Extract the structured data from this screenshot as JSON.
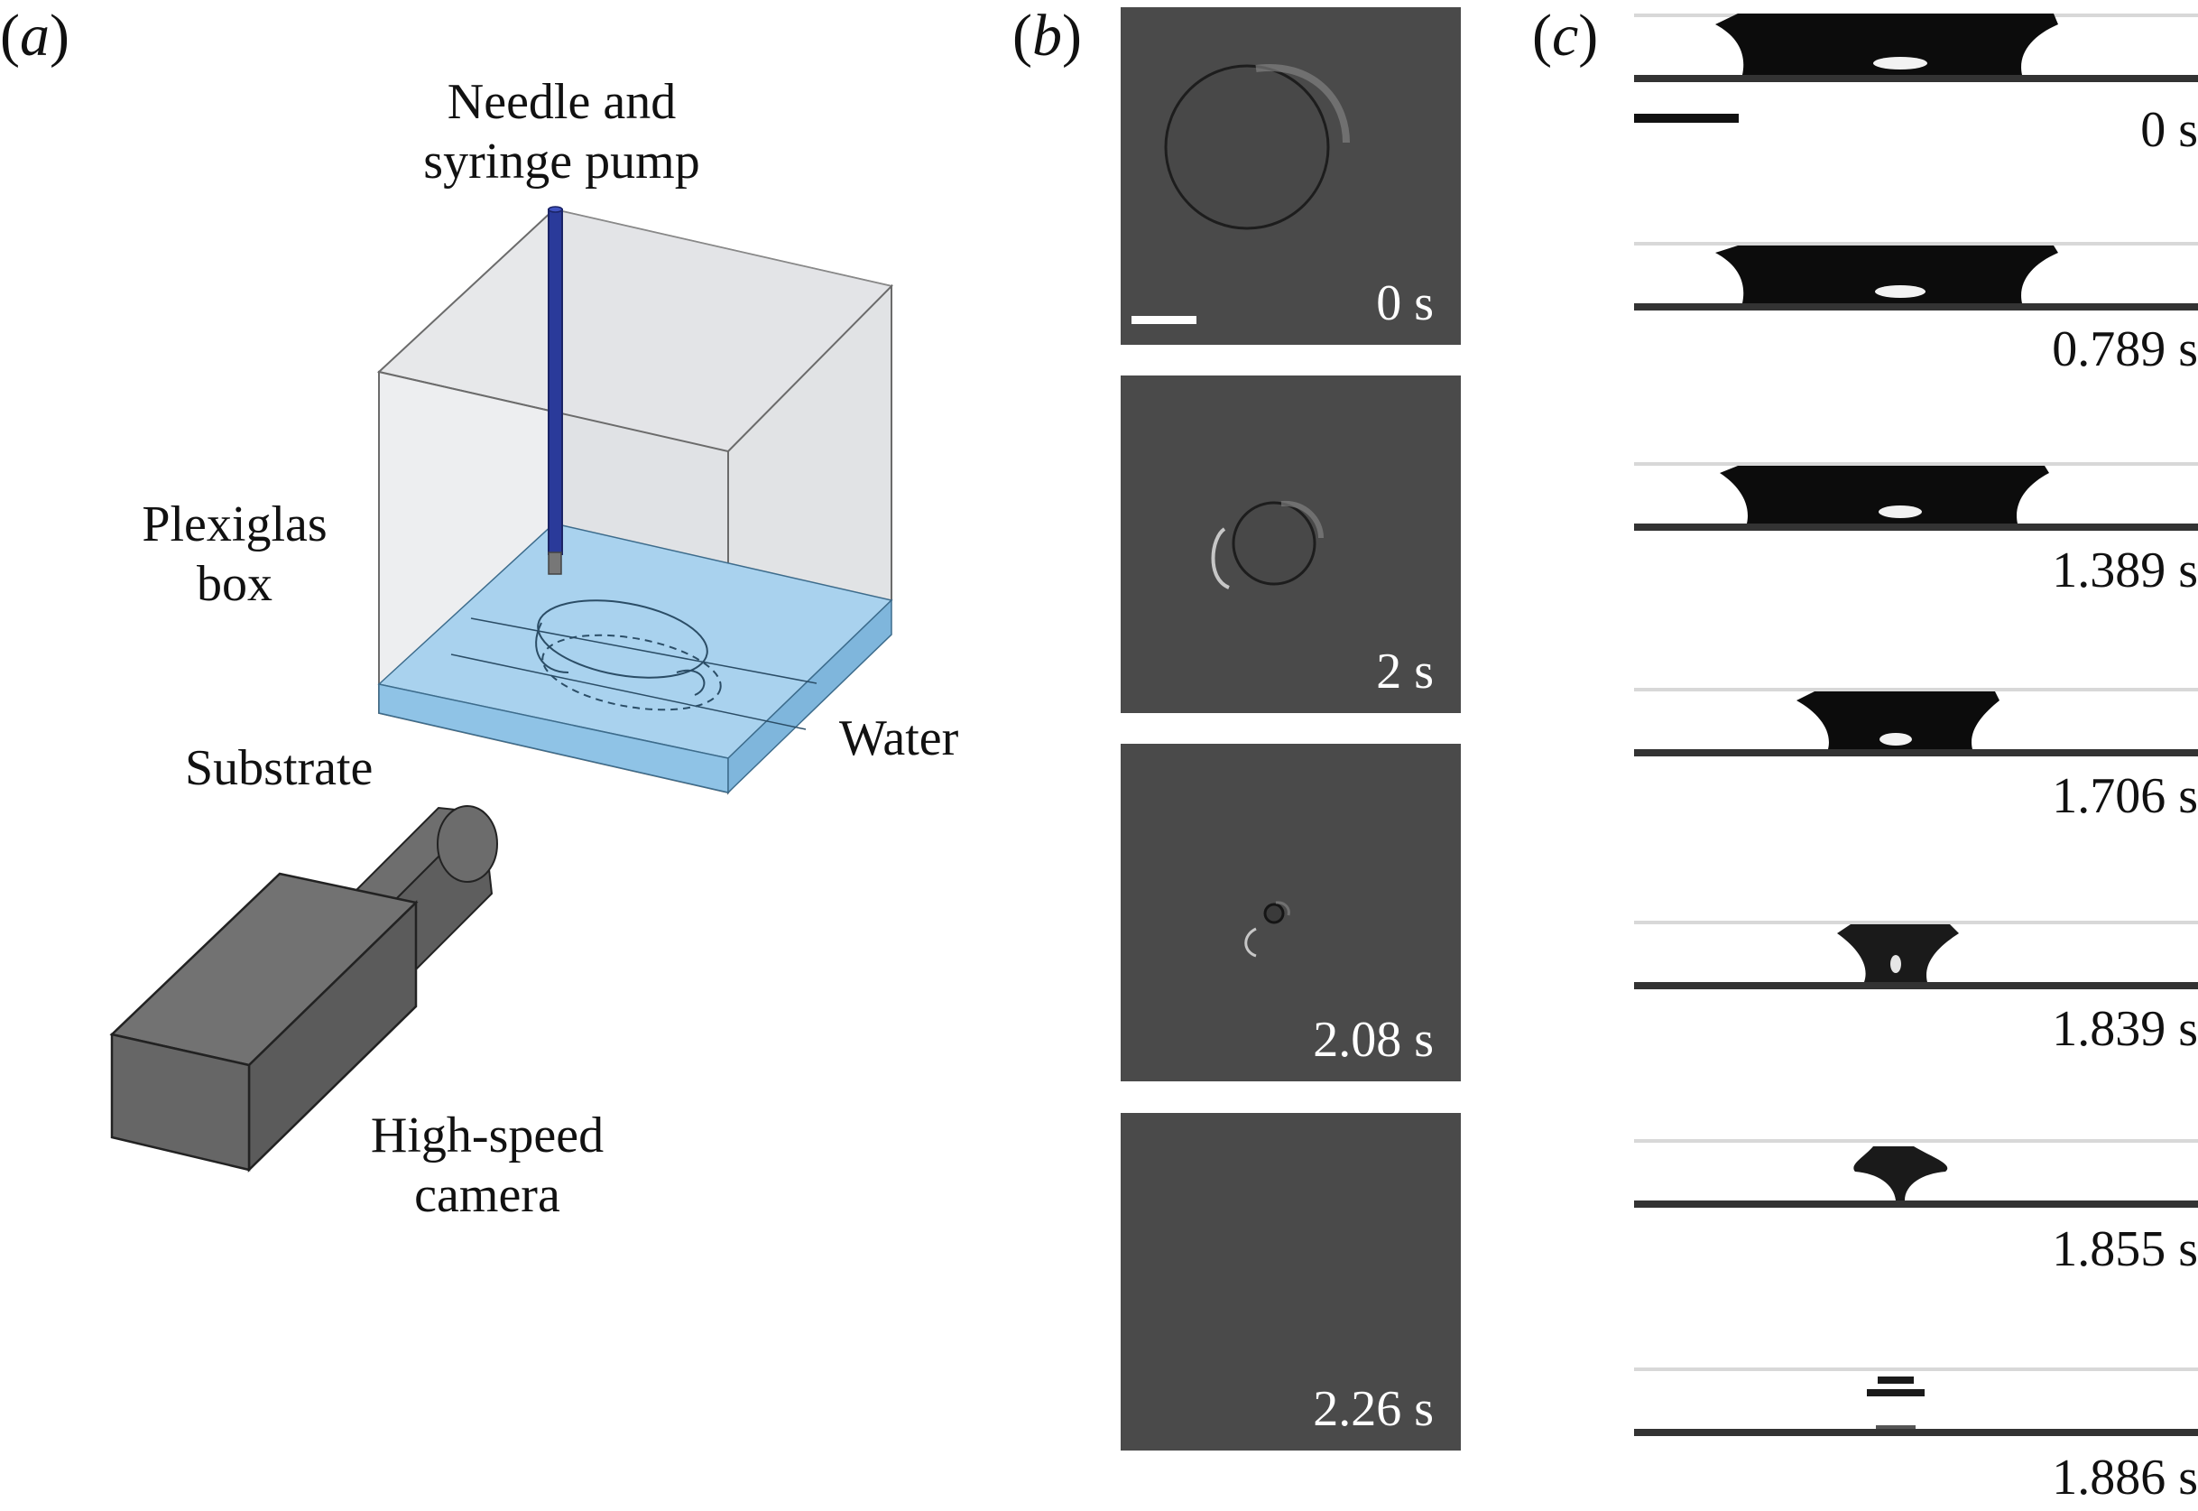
{
  "panel_a": {
    "label_open": "(",
    "label_letter": "a",
    "label_close": ")",
    "needle_label_line1": "Needle and",
    "needle_label_line2": "syringe pump",
    "box_label_line1": "Plexiglas",
    "box_label_line2": "box",
    "substrate_label": "Substrate",
    "water_label": "Water",
    "camera_label_line1": "High-speed",
    "camera_label_line2": "camera"
  },
  "panel_b": {
    "label_open": "(",
    "label_letter": "b",
    "label_close": ")",
    "frames": [
      {
        "time": "0 s"
      },
      {
        "time": "2 s"
      },
      {
        "time": "2.08 s"
      },
      {
        "time": "2.26 s"
      }
    ]
  },
  "panel_c": {
    "label_open": "(",
    "label_letter": "c",
    "label_close": ")",
    "frames": [
      {
        "time": "0 s"
      },
      {
        "time": "0.789 s"
      },
      {
        "time": "1.389 s"
      },
      {
        "time": "1.706 s"
      },
      {
        "time": "1.839 s"
      },
      {
        "time": "1.855 s"
      },
      {
        "time": "1.886 s"
      }
    ]
  },
  "colors": {
    "needle": "#2a3a9a",
    "water": "#8fc3e6",
    "box_face": "#e4e5e8",
    "camera": "#666666",
    "frame_b_bg": "#4a4a4a"
  }
}
